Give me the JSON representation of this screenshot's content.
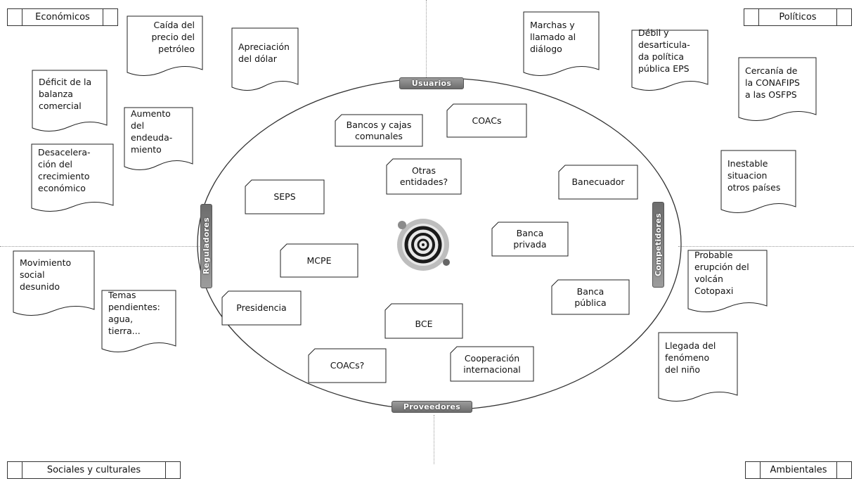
{
  "quadrants": {
    "economicos": "Económicos",
    "politicos": "Políticos",
    "sociales": "Sociales y culturales",
    "ambientales": "Ambientales"
  },
  "external_factors": {
    "caida_petroleo": "Caída del\nprecio del\npetróleo",
    "apreciacion_dolar": "Apreciación\ndel dólar",
    "deficit_balanza": "Déficit de la\nbalanza\ncomercial",
    "aumento_endeudamiento": "Aumento\ndel\nendeuda-\nmiento",
    "desaceleracion": "Desacelera-\nción del\ncrecimiento\neconómico",
    "marchas": "Marchas y\nllamado al\ndiálogo",
    "debil_politica": "Débil y\ndesarticula-\nda política\npública EPS",
    "cercania": "Cercanía de\nla CONAFIPS\na las OSFPS",
    "inestable": "Inestable\nsituacion\notros países",
    "movimiento_social": "Movimiento\nsocial\ndesunido",
    "temas_pendientes": "Temas\npendientes:\nagua,\ntierra...",
    "erupcion": "Probable\nerupción del\nvolcán\nCotopaxi",
    "nino": "Llegada del\nfenómeno\ndel niño"
  },
  "axis_labels": {
    "usuarios": "Usuarios",
    "proveedores": "Proveedores",
    "reguladores": "Reguladores",
    "competidores": "Competidores"
  },
  "actors": {
    "bancos_cajas": "Bancos y cajas\ncomunales",
    "coacs_top": "COACs",
    "otras_entidades": "Otras\nentidades?",
    "seps": "SEPS",
    "banecuador": "Banecuador",
    "mcpe": "MCPE",
    "banca_privada": "Banca\nprivada",
    "presidencia": "Presidencia",
    "bce": "BCE",
    "banca_publica": "Banca\npública",
    "coacs_bottom": "COACs?",
    "cooperacion": "Cooperación\ninternacional"
  },
  "logo_icon": "concentric-spiral-logo"
}
